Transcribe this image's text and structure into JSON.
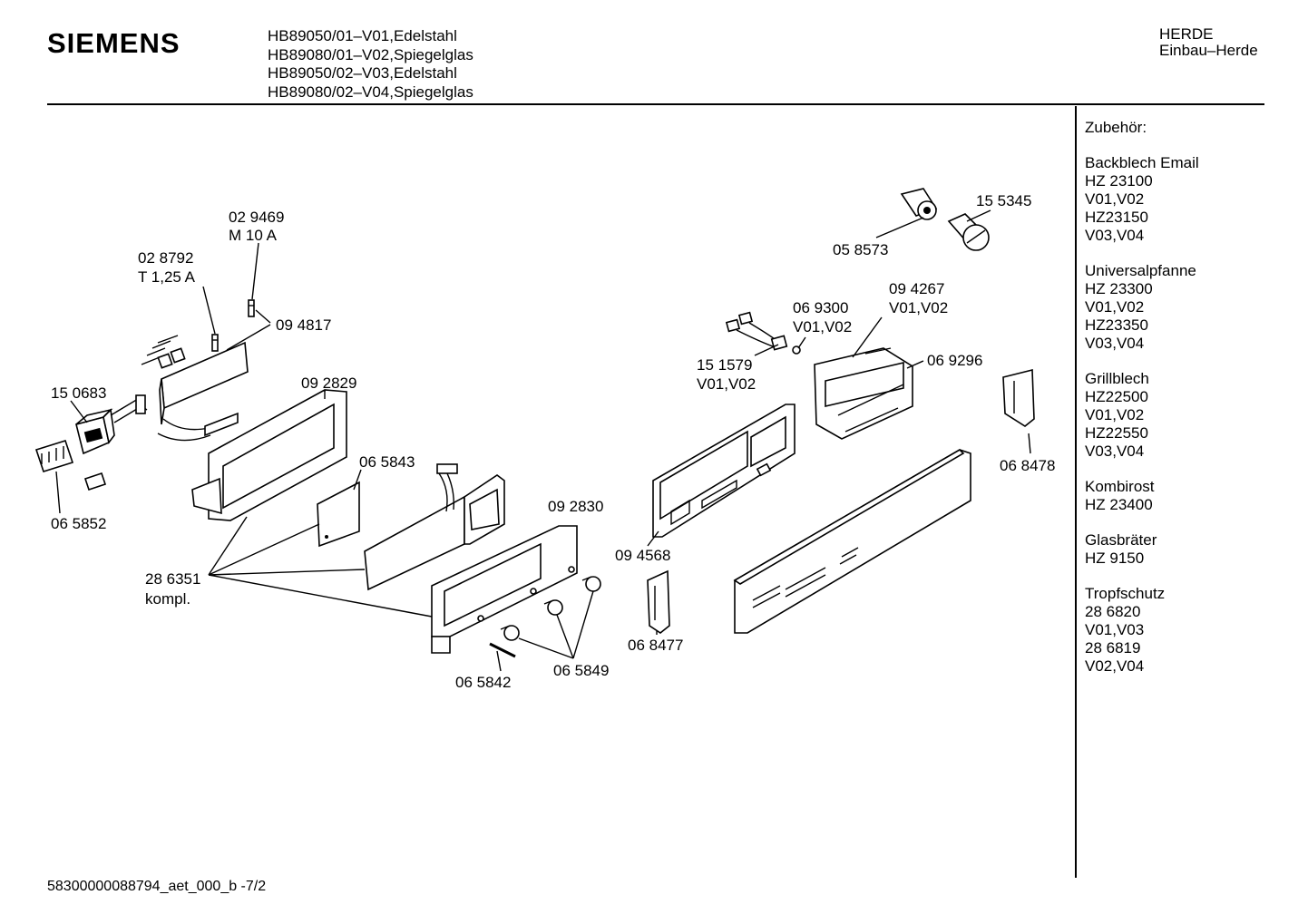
{
  "header": {
    "brand": "SIEMENS",
    "models": [
      "HB89050/01–V01,Edelstahl",
      "HB89080/01–V02,Spiegelglas",
      "HB89050/02–V03,Edelstahl",
      "HB89080/02–V04,Spiegelglas"
    ],
    "category": "HERDE",
    "subcategory": "Einbau–Herde"
  },
  "accessories": {
    "title": "Zubehör:",
    "groups": [
      {
        "name": "Backblech Email",
        "lines": [
          "HZ 23100",
          "V01,V02",
          "HZ23150",
          "V03,V04"
        ]
      },
      {
        "name": "Universalpfanne",
        "lines": [
          "HZ 23300",
          "V01,V02",
          "HZ23350",
          "V03,V04"
        ]
      },
      {
        "name": "Grillblech",
        "lines": [
          "HZ22500",
          "V01,V02",
          "HZ22550",
          "V03,V04"
        ]
      },
      {
        "name": "Kombirost",
        "lines": [
          "HZ 23400"
        ]
      },
      {
        "name": "Glasbräter",
        "lines": [
          "HZ 9150"
        ]
      },
      {
        "name": "Tropfschutz",
        "lines": [
          "28 6820",
          "V01,V03",
          "28 6819",
          "V02,V04"
        ]
      }
    ]
  },
  "labels": {
    "p029469": "02 9469",
    "p029469_sub": "M 10 A",
    "p028792": "02 8792",
    "p028792_sub": "T 1,25 A",
    "p094817": "09 4817",
    "p150683": "15 0683",
    "p092829": "09 2829",
    "p065843": "06 5843",
    "p065852": "06 5852",
    "p092830": "09 2830",
    "p286351": "28 6351",
    "p286351_sub": "kompl.",
    "p065842": "06 5842",
    "p065849": "06 5849",
    "p094568": "09 4568",
    "p068477": "06 8477",
    "p155345": "15 5345",
    "p058573": "05 8573",
    "p069300": "06 9300",
    "p069300_sub": "V01,V02",
    "p094267": "09 4267",
    "p094267_sub": "V01,V02",
    "p151579": "15 1579",
    "p151579_sub": "V01,V02",
    "p069296": "06 9296",
    "p068478": "06 8478"
  },
  "footer": {
    "code": "58300000088794_aet_000_b  -7/2"
  }
}
